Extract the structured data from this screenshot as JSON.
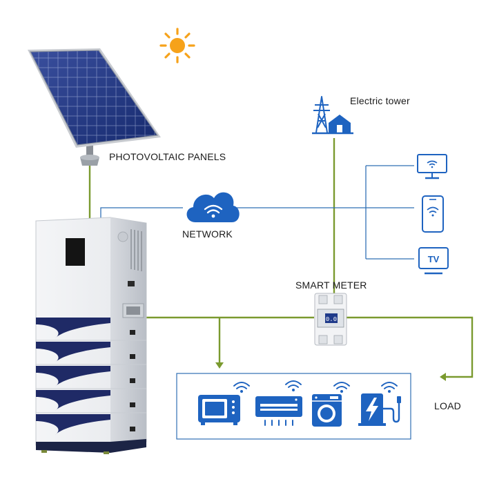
{
  "labels": {
    "photovoltaic_panels": "PHOTOVOLTAIC PANELS",
    "electric_tower": "Electric tower",
    "network": "NETWORK",
    "smart_meter": "SMART METER",
    "load": "LOAD",
    "meter_display": "0.0",
    "tv": "TV"
  },
  "icons": {
    "sun": "sun-icon",
    "tower": "electric-tower-icon",
    "cloud": "cloud-wifi-icon",
    "monitor": "monitor-icon",
    "phone": "phone-icon",
    "tv": "tv-icon",
    "microwave": "microwave-icon",
    "air_conditioner": "air-conditioner-icon",
    "washing_machine": "washing-machine-icon",
    "ev_charger": "ev-charger-icon"
  },
  "colors": {
    "power_line": "#7a9a2e",
    "data_line": "#2f6fb5",
    "icon_blue": "#1e63c0",
    "sun": "#f6a21a",
    "battery_accent": "#1f2a66"
  }
}
